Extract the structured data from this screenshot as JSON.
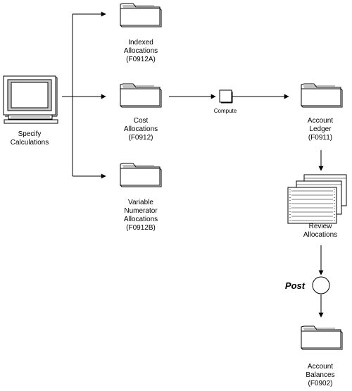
{
  "nodes": {
    "specify": {
      "lines": [
        "Specify",
        "Calculations"
      ],
      "icon": "computer-monitor-icon"
    },
    "indexed": {
      "lines": [
        "Indexed",
        "Allocations",
        "(F0912A)"
      ],
      "icon": "folder-icon"
    },
    "cost": {
      "lines": [
        "Cost",
        "Allocations",
        "(F0912)"
      ],
      "icon": "folder-icon"
    },
    "variable": {
      "lines": [
        "Variable",
        "Numerator",
        "Allocations",
        "(F0912B)"
      ],
      "icon": "folder-icon"
    },
    "compute": {
      "label": "Compute",
      "icon": "process-box-icon"
    },
    "ledger": {
      "lines": [
        "Account",
        "Ledger",
        "(F0911)"
      ],
      "icon": "folder-icon"
    },
    "review": {
      "lines": [
        "Review",
        "Allocations"
      ],
      "icon": "report-stack-icon"
    },
    "post": {
      "label": "Post",
      "icon": "process-circle-icon"
    },
    "balances": {
      "lines": [
        "Account",
        "Balances",
        "(F0902)"
      ],
      "icon": "folder-icon"
    }
  },
  "colors": {
    "line": "#000000",
    "icon_fill": "#ffffff",
    "screen": "#c8c8c8",
    "shadow": "#808080"
  }
}
